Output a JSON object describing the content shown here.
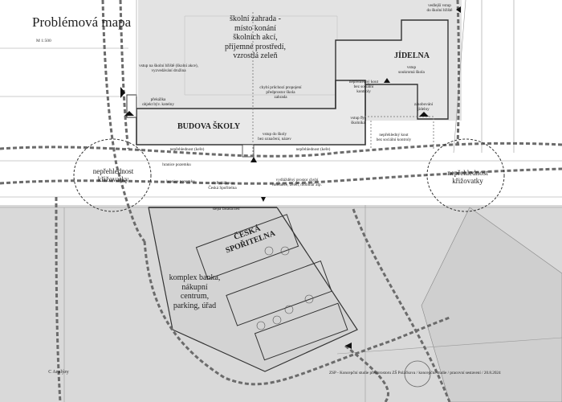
{
  "title": "Problémová mapa",
  "scale": "M 1:500",
  "labels": {
    "garden": "školní zahrada -\nmísto konání\nškolních akcí,\npříjemné prostředí,\nvzrostlá zeleň",
    "canteen": "JÍDELNA",
    "school_building": "BUDOVA ŠKOLY",
    "bank": "ČESKÁ\nSPOŘITELNA",
    "complex": "komplex banka,\nnákupní\ncentrum,\nparking, úřad",
    "intersection_left": "nepřehlednost\nkřižovatky",
    "intersection_right": "nepřehlednost\nkřižovatky",
    "side_entrance": "vedlejší vstup\ndo školní hřiště",
    "playground_entrance": "vstup na školní hřiště (školní akce),\nvyzvedávání družina",
    "gazebo": "překážka\nobjekt býv. kotelny",
    "missing_connection": "chybí průchozí propojení\npředprostor  škola\nzahrada",
    "school_entrance": "vstup do školy\nbez označení, název",
    "unclear_corner_top": "nepřehledný kout\nbez sociální\nkontroly",
    "private_school_entrance": "vstup\nsoukromá škola",
    "bike_entrance": "vstup byt\nškolnika",
    "supply_entrance": "zásobování\njídelny",
    "unclear_corner_bottom": "nepřehledný kout\nbez sociální kontroly",
    "unclear_sidewalk": "nepřehlednost (keře)",
    "unclear_sidewalk_right": "nepřehlednost (keře)",
    "property_border": "hranice pozemku",
    "property_border2": "hranice pozemku",
    "street_name": "ul. Poláčkova\nČeská Spořitelna",
    "promenade": "vydlážděný prostor  chybí\ninterakce, zeleň, mobiliář atp.",
    "blind_facade": "slepá fasáda/zeď",
    "analysis": "C Analýzy",
    "footer": "ZSP - Koncepční studie předprostoru ZŠ Poláčkova / koncepční studie / pracovní sestavení / 20.8.2024"
  },
  "colors": {
    "background": "#ffffff",
    "area_gray": "#d9d9d9",
    "building_fill": "#dcdcdc",
    "path_line": "#6b6b6b",
    "outline": "#333333"
  },
  "icons": [
    "entrance-arrow-icon"
  ]
}
